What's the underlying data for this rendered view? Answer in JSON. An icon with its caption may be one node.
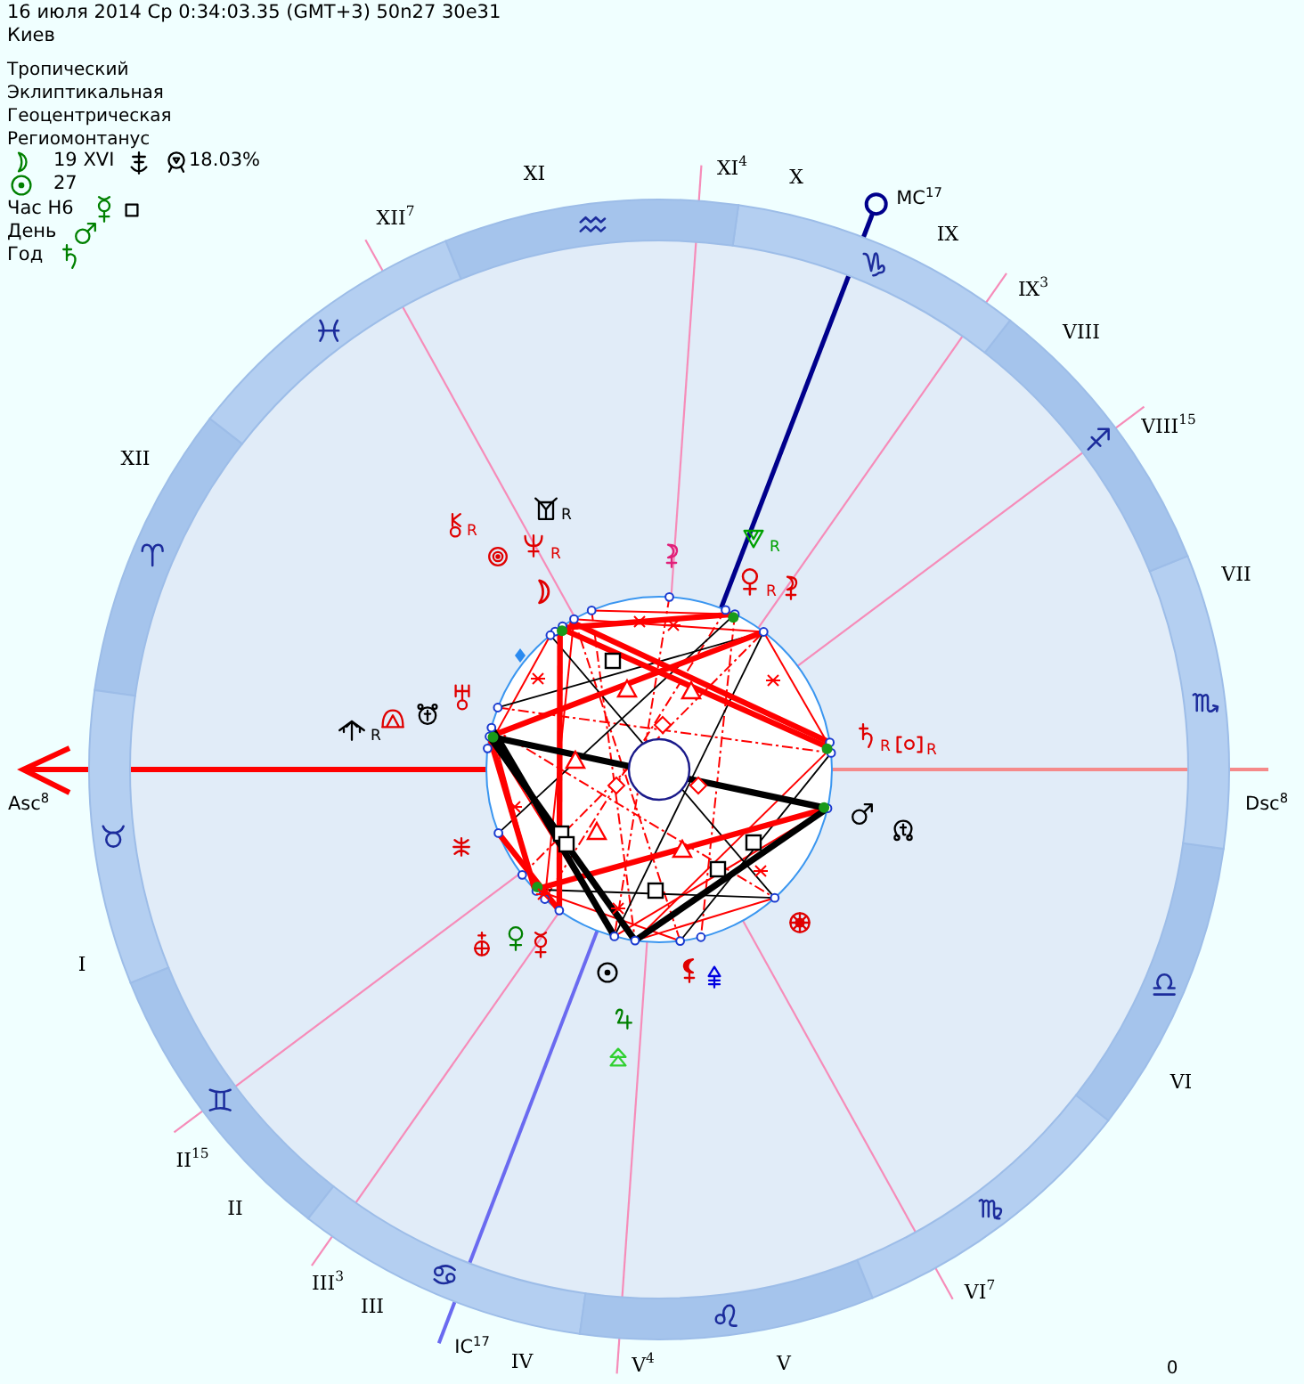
{
  "diagram": {
    "labels": [
      "16 июля 2014 Ср 0:34:03.35 (GMT+3) 50n27 30e31",
      "Киев",
      "Тропический",
      "Эклиптикальная",
      "Геоцентрическая",
      "Региомонтанус",
      "19 XVI",
      "18.03%",
      "27",
      "Час Н6",
      "День",
      "Год",
      "XI",
      "XI$^{4}$",
      "X",
      "MC$^{17}$",
      "XII$^{7}$",
      "IX",
      "IX$^{3}$",
      "VIII",
      "VIII$^{15}$",
      "XII",
      "R",
      "R",
      "R",
      "R",
      "VII",
      "R",
      "R",
      "R",
      "R",
      "Asc$^{8}$",
      "Dsc$^{8}$",
      "I",
      "VI",
      "II$^{15}$",
      "II",
      "III$^{3}$",
      "VI$^{7}$",
      "III",
      "IC$^{17}$",
      "IV",
      "V$^{4}$",
      "V",
      "0"
    ]
  }
}
